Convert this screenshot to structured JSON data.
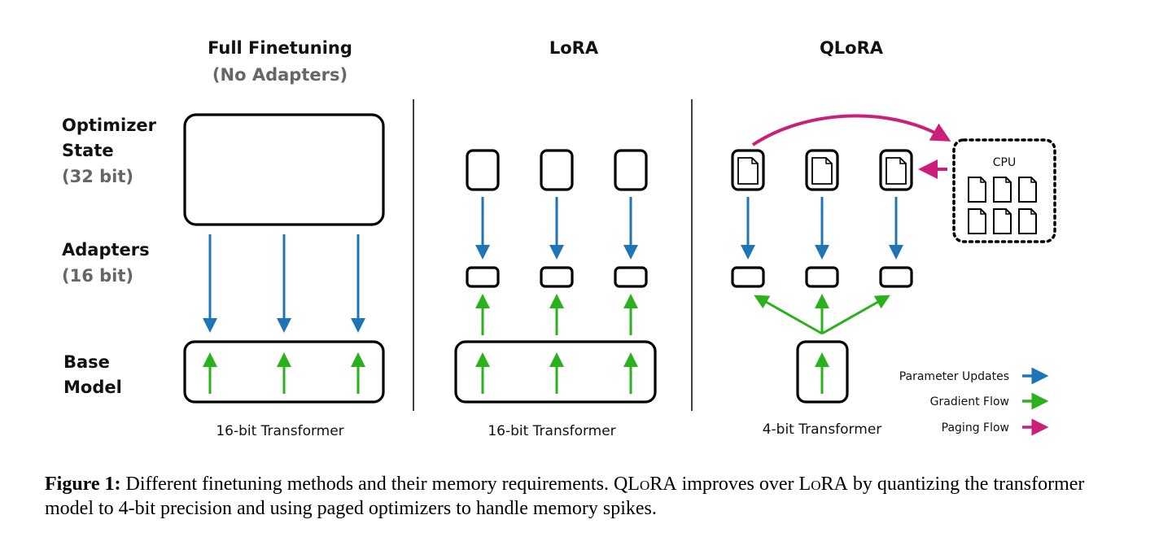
{
  "colors": {
    "parameter_updates": "#1f74b6",
    "gradient_flow": "#29b21c",
    "paging_flow": "#cc1f7a",
    "subtitle_gray": "#666666"
  },
  "columns": [
    {
      "title": "Full Finetuning",
      "subtitle": "(No Adapters)",
      "footer": "16-bit Transformer"
    },
    {
      "title": "LoRA",
      "subtitle": "",
      "footer": "16-bit Transformer"
    },
    {
      "title": "QLoRA",
      "subtitle": "",
      "footer": "4-bit Transformer"
    }
  ],
  "row_labels": {
    "optimizer": {
      "line1": "Optimizer",
      "line2": "State",
      "line3": "(32 bit)"
    },
    "adapters": {
      "line1": "Adapters",
      "line2": "(16 bit)"
    },
    "base": {
      "line1": "Base",
      "line2": "Model"
    }
  },
  "cpu": {
    "label": "CPU",
    "page_count": 6
  },
  "legend": [
    {
      "label": "Parameter Updates",
      "color_key": "parameter_updates"
    },
    {
      "label": "Gradient Flow",
      "color_key": "gradient_flow"
    },
    {
      "label": "Paging Flow",
      "color_key": "paging_flow"
    }
  ],
  "caption": {
    "label": "Figure 1:",
    "text_part1": "Different finetuning methods and their memory requirements. Q",
    "sc1": "LoRA",
    "text_part2": " improves over L",
    "sc2": "oRA",
    "text_part3": " by quantizing the transformer model to 4-bit precision and using paged optimizers to handle memory spikes."
  }
}
